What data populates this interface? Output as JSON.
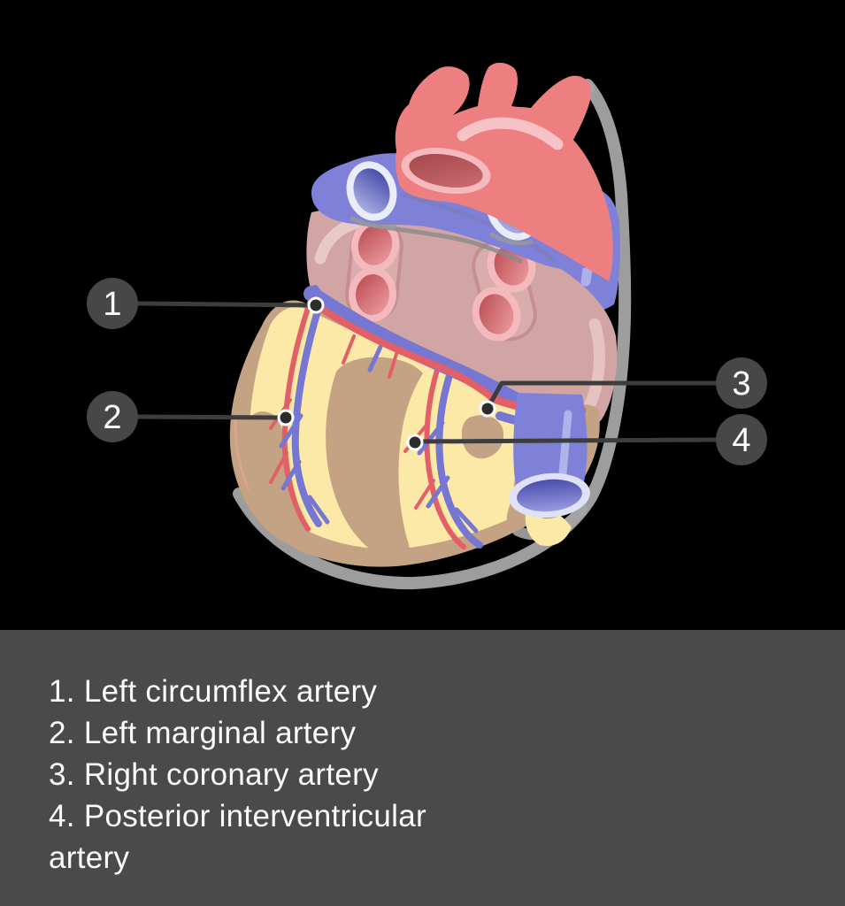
{
  "diagram": {
    "kind": "labeled-anatomy-illustration",
    "markers": [
      {
        "number": "1"
      },
      {
        "number": "2"
      },
      {
        "number": "3"
      },
      {
        "number": "4"
      }
    ]
  },
  "legend": {
    "items": [
      {
        "number": "1",
        "label": "Left circumflex artery"
      },
      {
        "number": "2",
        "label": "Left marginal artery"
      },
      {
        "number": "3",
        "label": "Right coronary artery"
      },
      {
        "number": "4",
        "label": "Posterior interventricular artery"
      }
    ],
    "display_lines": [
      "1. Left circumflex artery",
      "2. Left marginal artery",
      "3. Right coronary artery",
      "4. Posterior interventricular",
      "artery"
    ]
  },
  "colors": {
    "background": "#000000",
    "panel_background": "#4a4a4a",
    "legend_text": "#fbfbfb",
    "marker_circle": "#474747",
    "marker_number": "#ffffff",
    "leader_line": "#3d3d3d",
    "leader_dot": "#2c2c2c",
    "aorta": "#ee7f81",
    "aorta_highlight": "#f8c3c6",
    "vessel_periwinkle": "#7f81d9",
    "vein_groove": "#7577d2",
    "artery_red": "#e35f68",
    "atrium_pink": "#d1a5a4",
    "fat_yellow": "#fce9a7",
    "myocardium_tan": "#c4a284",
    "opening_rim_white": "#e9ecf9",
    "pv_rim_pink": "#f4b9bc",
    "drop_shadow": "#a5a5a5"
  }
}
